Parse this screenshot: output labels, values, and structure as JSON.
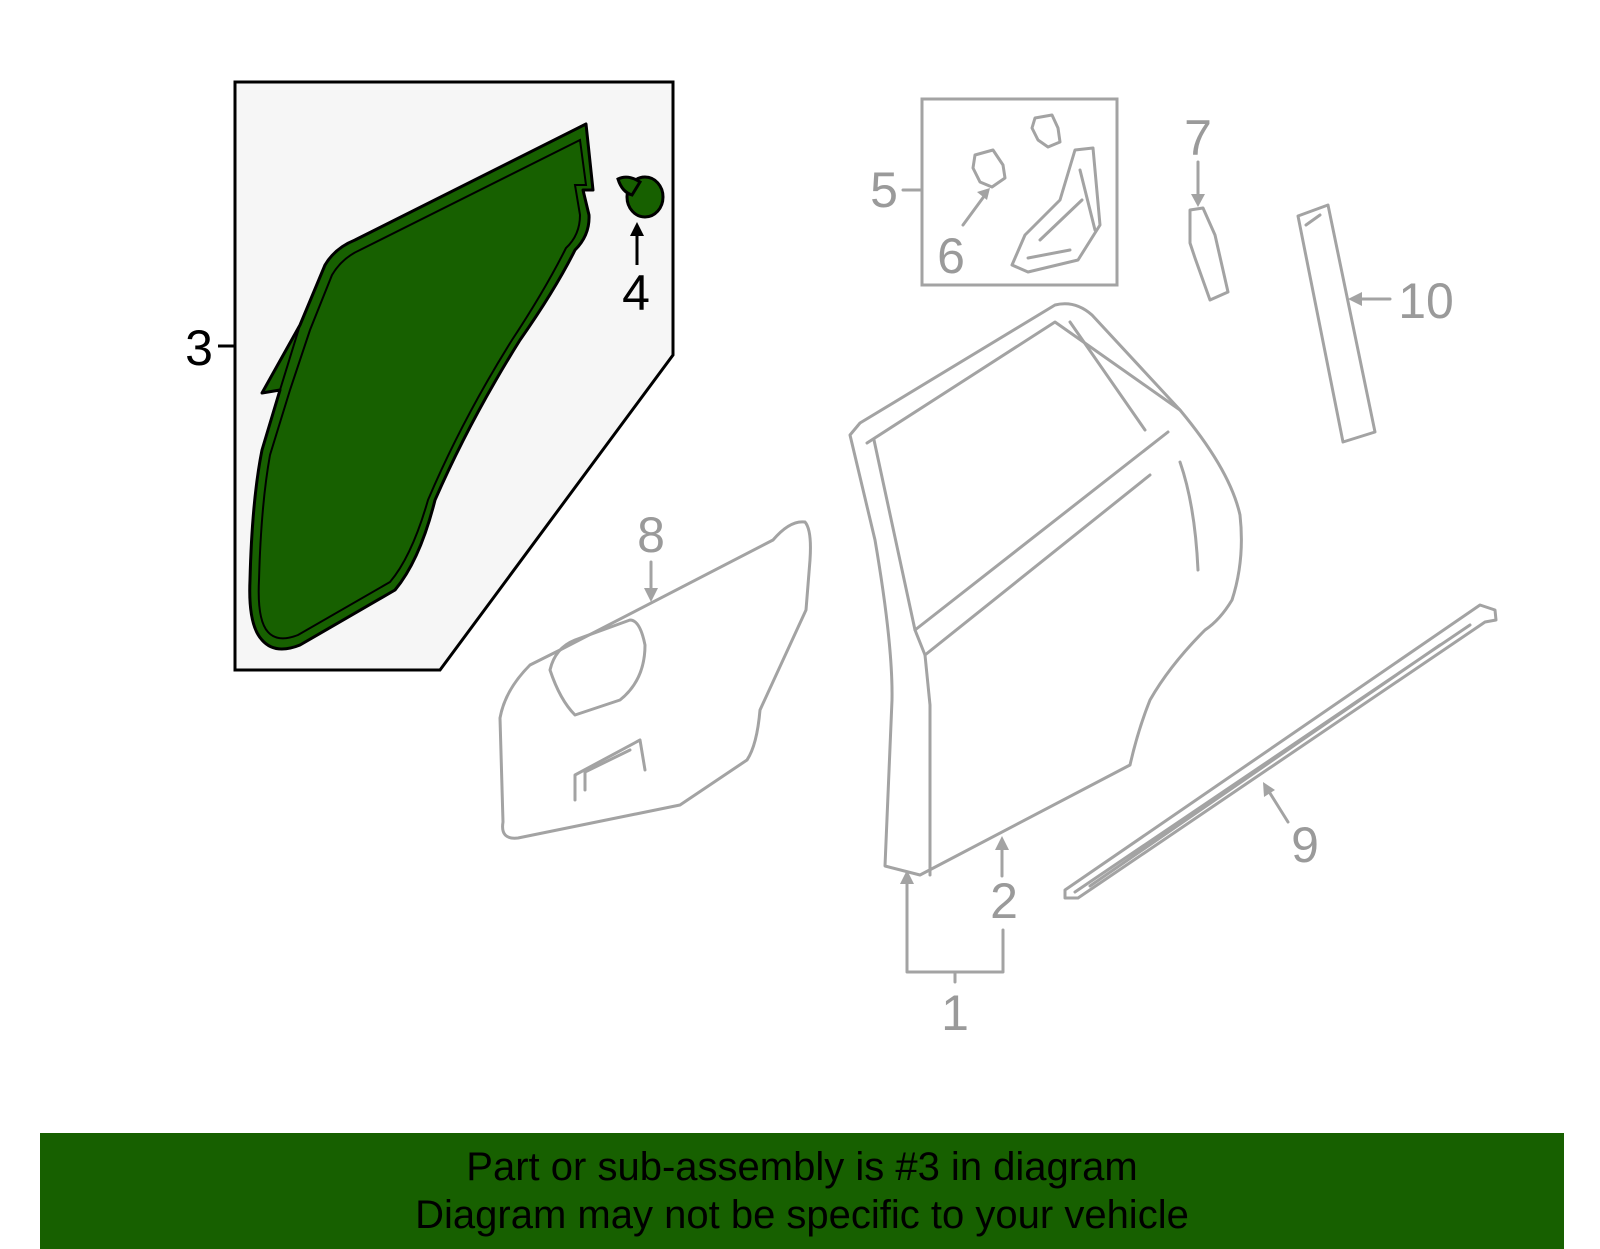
{
  "diagram": {
    "highlight_color": "#176000",
    "part_color": "#a3a3a3",
    "callouts": [
      {
        "id": "1",
        "label": "1"
      },
      {
        "id": "2",
        "label": "2"
      },
      {
        "id": "3",
        "label": "3"
      },
      {
        "id": "4",
        "label": "4"
      },
      {
        "id": "5",
        "label": "5"
      },
      {
        "id": "6",
        "label": "6"
      },
      {
        "id": "7",
        "label": "7"
      },
      {
        "id": "8",
        "label": "8"
      },
      {
        "id": "9",
        "label": "9"
      },
      {
        "id": "10",
        "label": "10"
      }
    ],
    "highlighted_part": "3"
  },
  "banner": {
    "line1": "Part or sub-assembly is #3 in diagram",
    "line2": "Diagram may not be specific to your vehicle",
    "background": "#176000"
  }
}
